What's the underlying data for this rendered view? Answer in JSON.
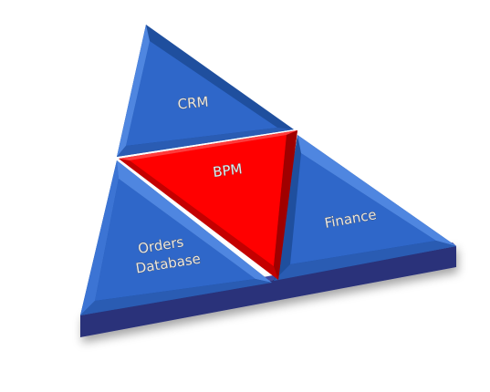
{
  "diagram": {
    "labels": {
      "top": "CRM",
      "center": "BPM",
      "right": "Finance",
      "left_line1": "Orders",
      "left_line2": "Database"
    },
    "colors": {
      "blue_face": "#2f67c9",
      "blue_bevel_light": "#4f86e0",
      "blue_bevel_dark": "#1f4f9e",
      "red_face": "#ff0000",
      "red_bevel": "#c40000",
      "base_side": "#2b327a"
    }
  }
}
